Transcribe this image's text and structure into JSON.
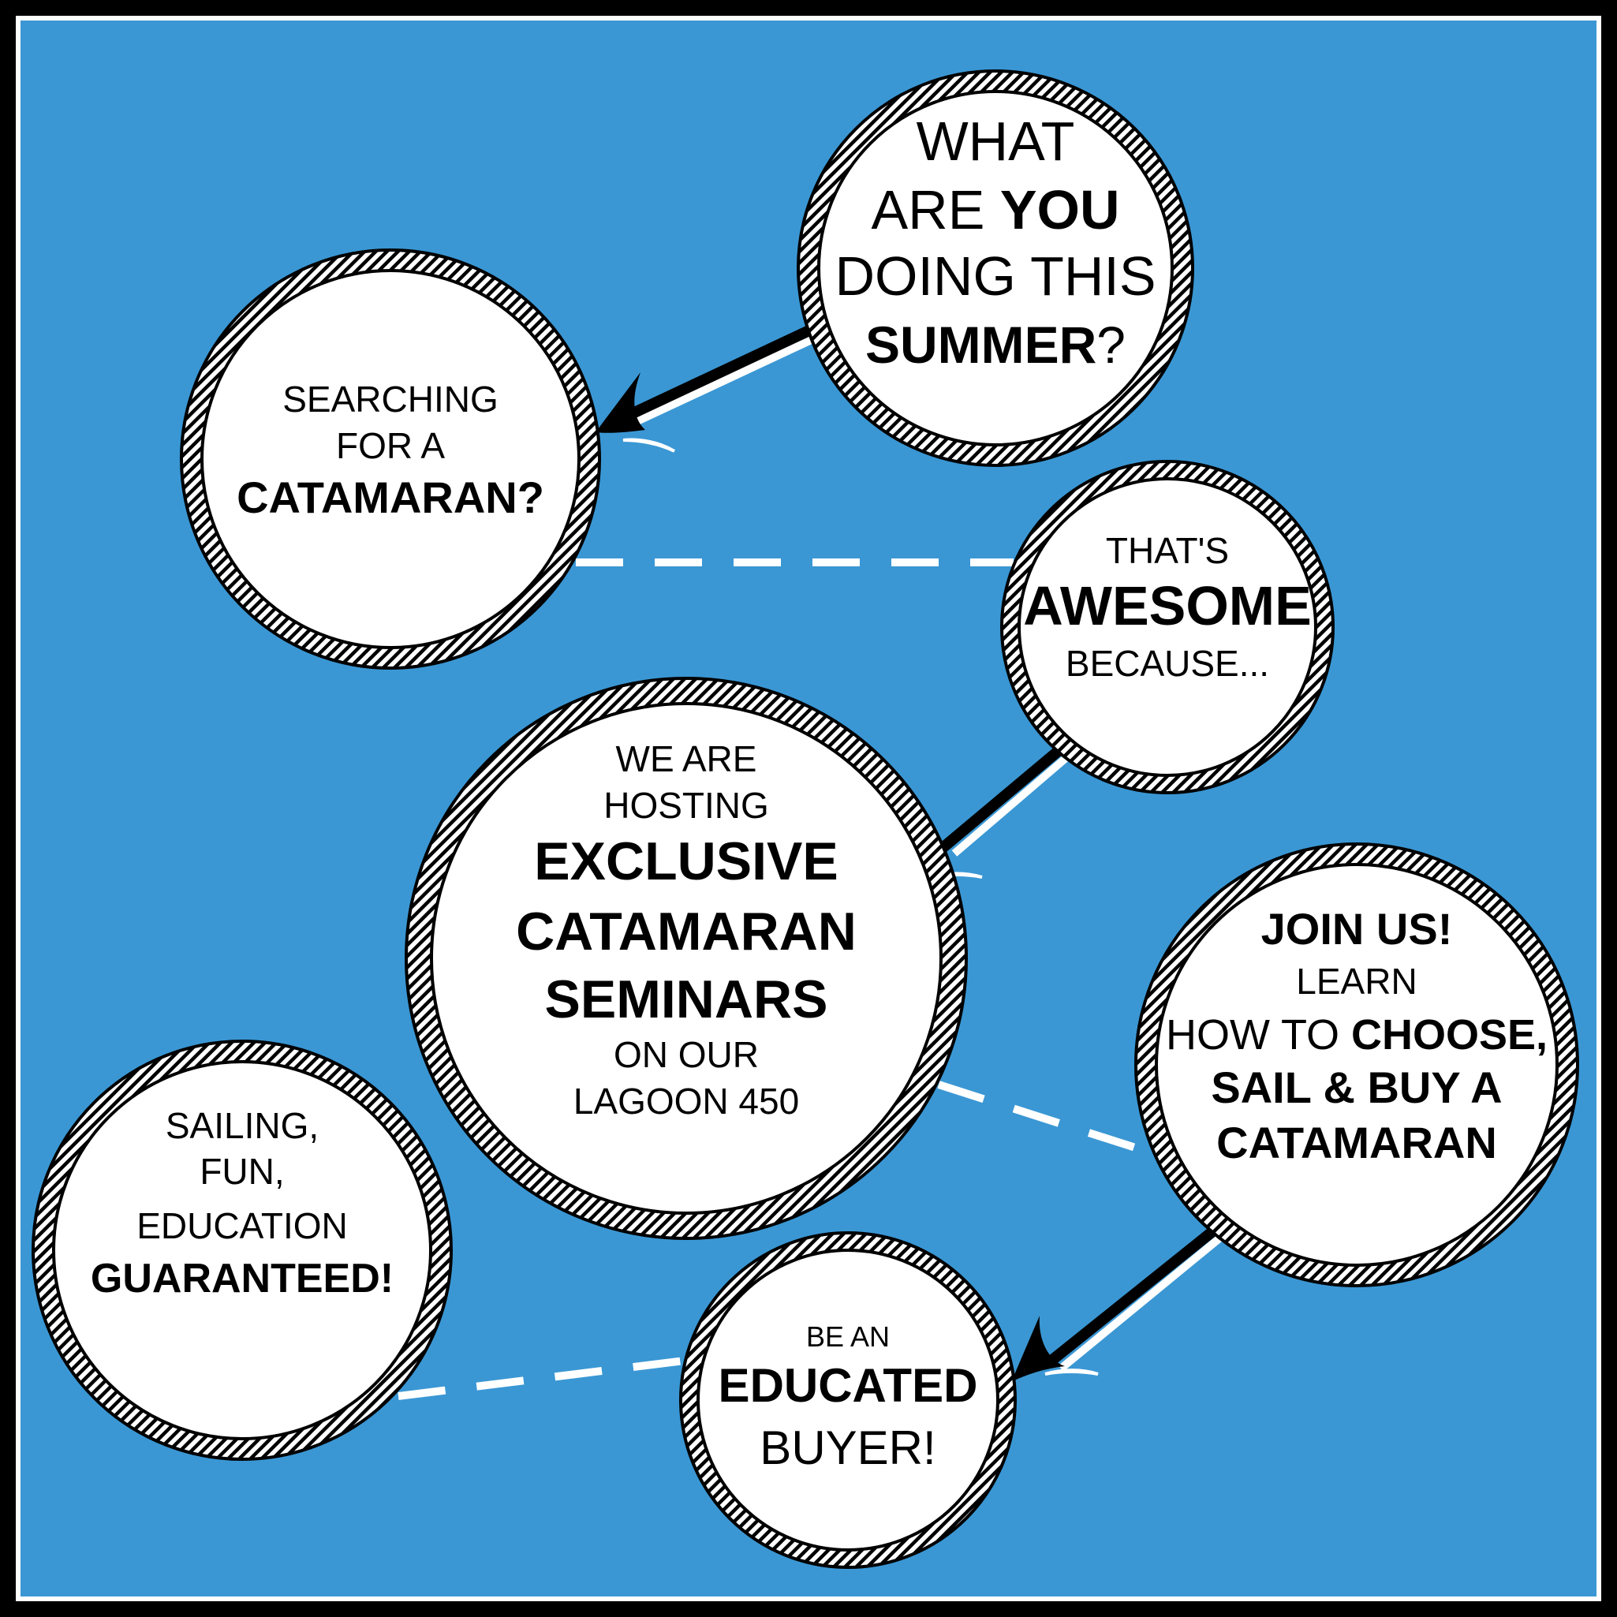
{
  "colors": {
    "background": "#3a97d4",
    "frame": "#000000",
    "circle_fill": "#ffffff",
    "rope": "#000000",
    "arrow": "#000000",
    "dashed_line": "#ffffff"
  },
  "bubbles": {
    "summer": [
      [
        "WHAT"
      ],
      [
        "ARE ",
        "YOU"
      ],
      [
        "DOING THIS"
      ],
      [
        "SUMMER",
        "?"
      ]
    ],
    "searching": [
      [
        "SEARCHING"
      ],
      [
        "FOR A"
      ],
      [
        "CATAMARAN?"
      ]
    ],
    "awesome": [
      [
        "THAT'S"
      ],
      [
        "AWESOME"
      ],
      [
        "BECAUSE..."
      ]
    ],
    "seminars": [
      [
        "WE ARE"
      ],
      [
        "HOSTING"
      ],
      [
        "EXCLUSIVE"
      ],
      [
        "CATAMARAN"
      ],
      [
        "SEMINARS"
      ],
      [
        "ON OUR"
      ],
      [
        "LAGOON 450"
      ]
    ],
    "join": [
      [
        "JOIN US!"
      ],
      [
        "LEARN"
      ],
      [
        "HOW TO ",
        "CHOOSE,"
      ],
      [
        "SAIL & BUY A"
      ],
      [
        "CATAMARAN"
      ]
    ],
    "guaranteed": [
      [
        "SAILING,"
      ],
      [
        "FUN,"
      ],
      [
        "EDUCATION"
      ],
      [
        "GUARANTEED!"
      ]
    ],
    "educated": [
      [
        "BE AN"
      ],
      [
        "EDUCATED"
      ],
      [
        "BUYER!"
      ]
    ]
  }
}
